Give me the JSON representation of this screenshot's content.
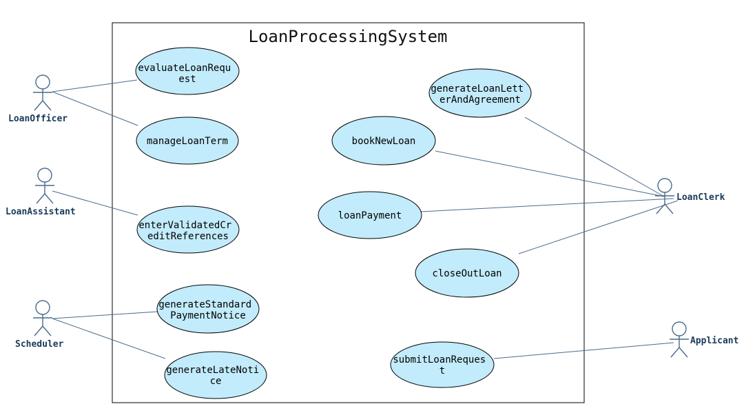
{
  "system": {
    "title": "LoanProcessingSystem"
  },
  "colors": {
    "use_case_fill": "#c2ebfb",
    "line": "#4a6a8a",
    "actor_label": "#1a3a5a"
  },
  "actors": {
    "loan_officer": "LoanOfficer",
    "loan_assistant": "LoanAssistant",
    "scheduler": "Scheduler",
    "loan_clerk": "LoanClerk",
    "applicant": "Applicant"
  },
  "use_cases": {
    "evaluate_loan_request": [
      "evaluateLoanRequ",
      "est"
    ],
    "manage_loan_term": [
      "manageLoanTerm"
    ],
    "enter_validated_credit_references": [
      "enterValidatedCr",
      "editReferences"
    ],
    "generate_standard_payment_notice": [
      "generateStandard",
      "PaymentNotice"
    ],
    "generate_late_notice": [
      "generateLateNoti",
      "ce"
    ],
    "generate_loan_letter_and_agreement": [
      "generateLoanLett",
      "erAndAgreement"
    ],
    "book_new_loan": [
      "bookNewLoan"
    ],
    "loan_payment": [
      "loanPayment"
    ],
    "close_out_loan": [
      "closeOutLoan"
    ],
    "submit_loan_request": [
      "submitLoanReques",
      "t"
    ]
  }
}
